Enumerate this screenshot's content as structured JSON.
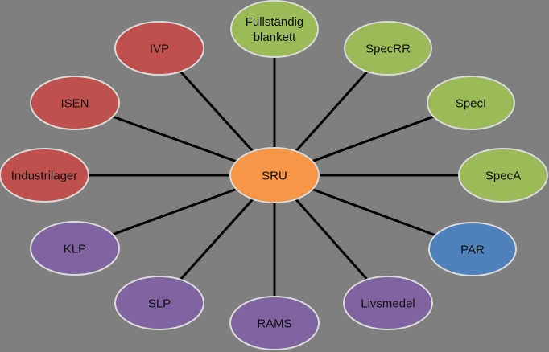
{
  "diagram": {
    "center": {
      "label": "SRU",
      "color": "#f79646"
    },
    "nodes": [
      {
        "id": "fullstandig",
        "lines": [
          "Fullständig",
          "blankett"
        ],
        "color": "#9bbb59"
      },
      {
        "id": "specrr",
        "lines": [
          "SpecRR"
        ],
        "color": "#9bbb59"
      },
      {
        "id": "speci",
        "lines": [
          "SpecI"
        ],
        "color": "#9bbb59"
      },
      {
        "id": "speca",
        "lines": [
          "SpecA"
        ],
        "color": "#9bbb59"
      },
      {
        "id": "par",
        "lines": [
          "PAR"
        ],
        "color": "#4f81bd"
      },
      {
        "id": "livsmedel",
        "lines": [
          "Livsmedel"
        ],
        "color": "#8064a2"
      },
      {
        "id": "rams",
        "lines": [
          "RAMS"
        ],
        "color": "#8064a2"
      },
      {
        "id": "slp",
        "lines": [
          "SLP"
        ],
        "color": "#8064a2"
      },
      {
        "id": "klp",
        "lines": [
          "KLP"
        ],
        "color": "#8064a2"
      },
      {
        "id": "industrilager",
        "lines": [
          "Industrilager"
        ],
        "color": "#c0504d"
      },
      {
        "id": "isen",
        "lines": [
          "ISEN"
        ],
        "color": "#c0504d"
      },
      {
        "id": "ivp",
        "lines": [
          "IVP"
        ],
        "color": "#c0504d"
      }
    ]
  }
}
